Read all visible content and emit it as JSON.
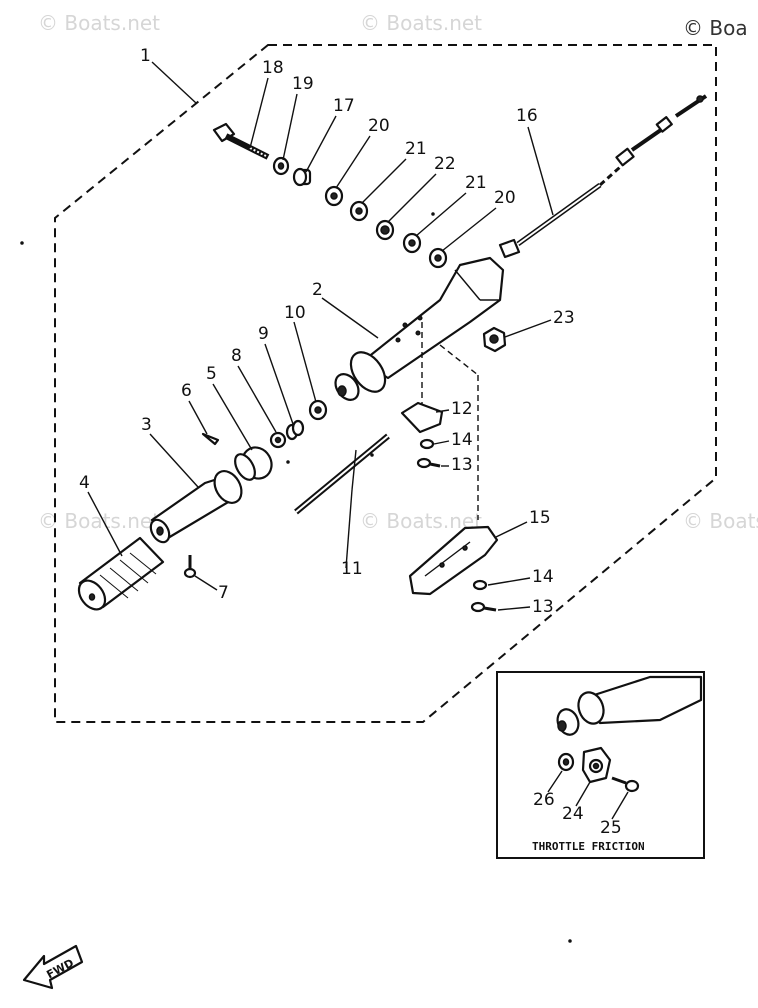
{
  "watermarks": [
    "© Boats.net",
    "© Boats.net",
    "© Boa",
    "© Boats.net",
    "© Boats.net",
    "© Boats.net"
  ],
  "callouts": {
    "c1": "1",
    "c2": "2",
    "c3": "3",
    "c4": "4",
    "c5": "5",
    "c6": "6",
    "c7": "7",
    "c8": "8",
    "c9": "9",
    "c10": "10",
    "c11": "11",
    "c12": "12",
    "c13a": "13",
    "c13b": "13",
    "c14a": "14",
    "c14b": "14",
    "c15": "15",
    "c16": "16",
    "c17": "17",
    "c18": "18",
    "c19": "19",
    "c20a": "20",
    "c20b": "20",
    "c21a": "21",
    "c21b": "21",
    "c22": "22",
    "c23": "23",
    "c24": "24",
    "c25": "25",
    "c26": "26"
  },
  "inset_caption": "THROTTLE FRICTION",
  "direction_label": "FWD"
}
